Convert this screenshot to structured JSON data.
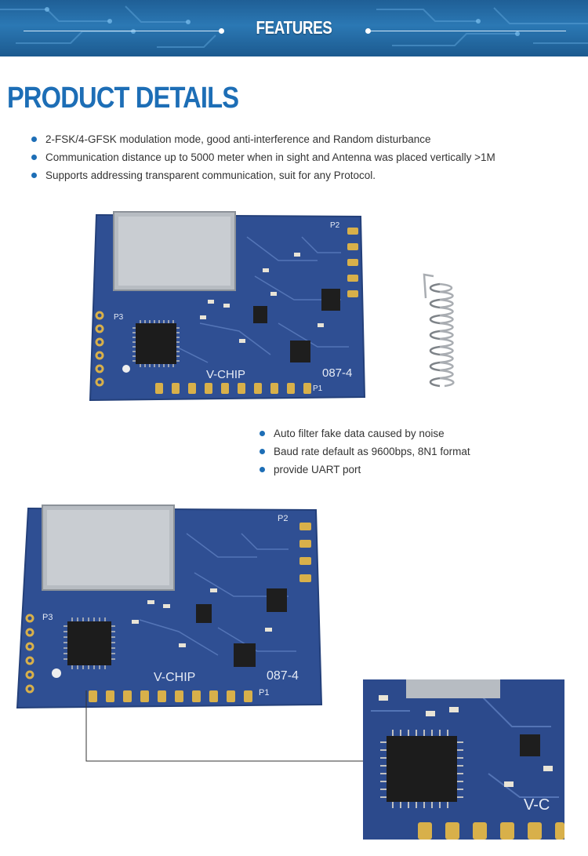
{
  "header": {
    "banner_title": "FEATURES",
    "section_title": "PRODUCT DETAILS"
  },
  "features_top": [
    "2-FSK/4-GFSK modulation mode, good anti-interference and Random disturbance",
    "Communication distance up to 5000 meter when in sight and  Antenna was placed vertically >1M",
    "Supports addressing transparent communication, suit for any Protocol."
  ],
  "features_middle": [
    "Auto filter fake data caused by noise",
    "Baud rate default as 9600bps, 8N1 format",
    "provide UART port"
  ],
  "module_silkscreen": {
    "brand": "V-CHIP",
    "model": "087-4",
    "p1": "P1",
    "p2": "P2",
    "p3": "P3"
  },
  "colors": {
    "brand_blue": "#1d6eb6",
    "banner_blue": "#2b78b4",
    "pcb_blue": "#2f4f93",
    "gold": "#d8b04a"
  },
  "icons": [
    "bullet-dot-icon",
    "banner-dot-icon"
  ]
}
